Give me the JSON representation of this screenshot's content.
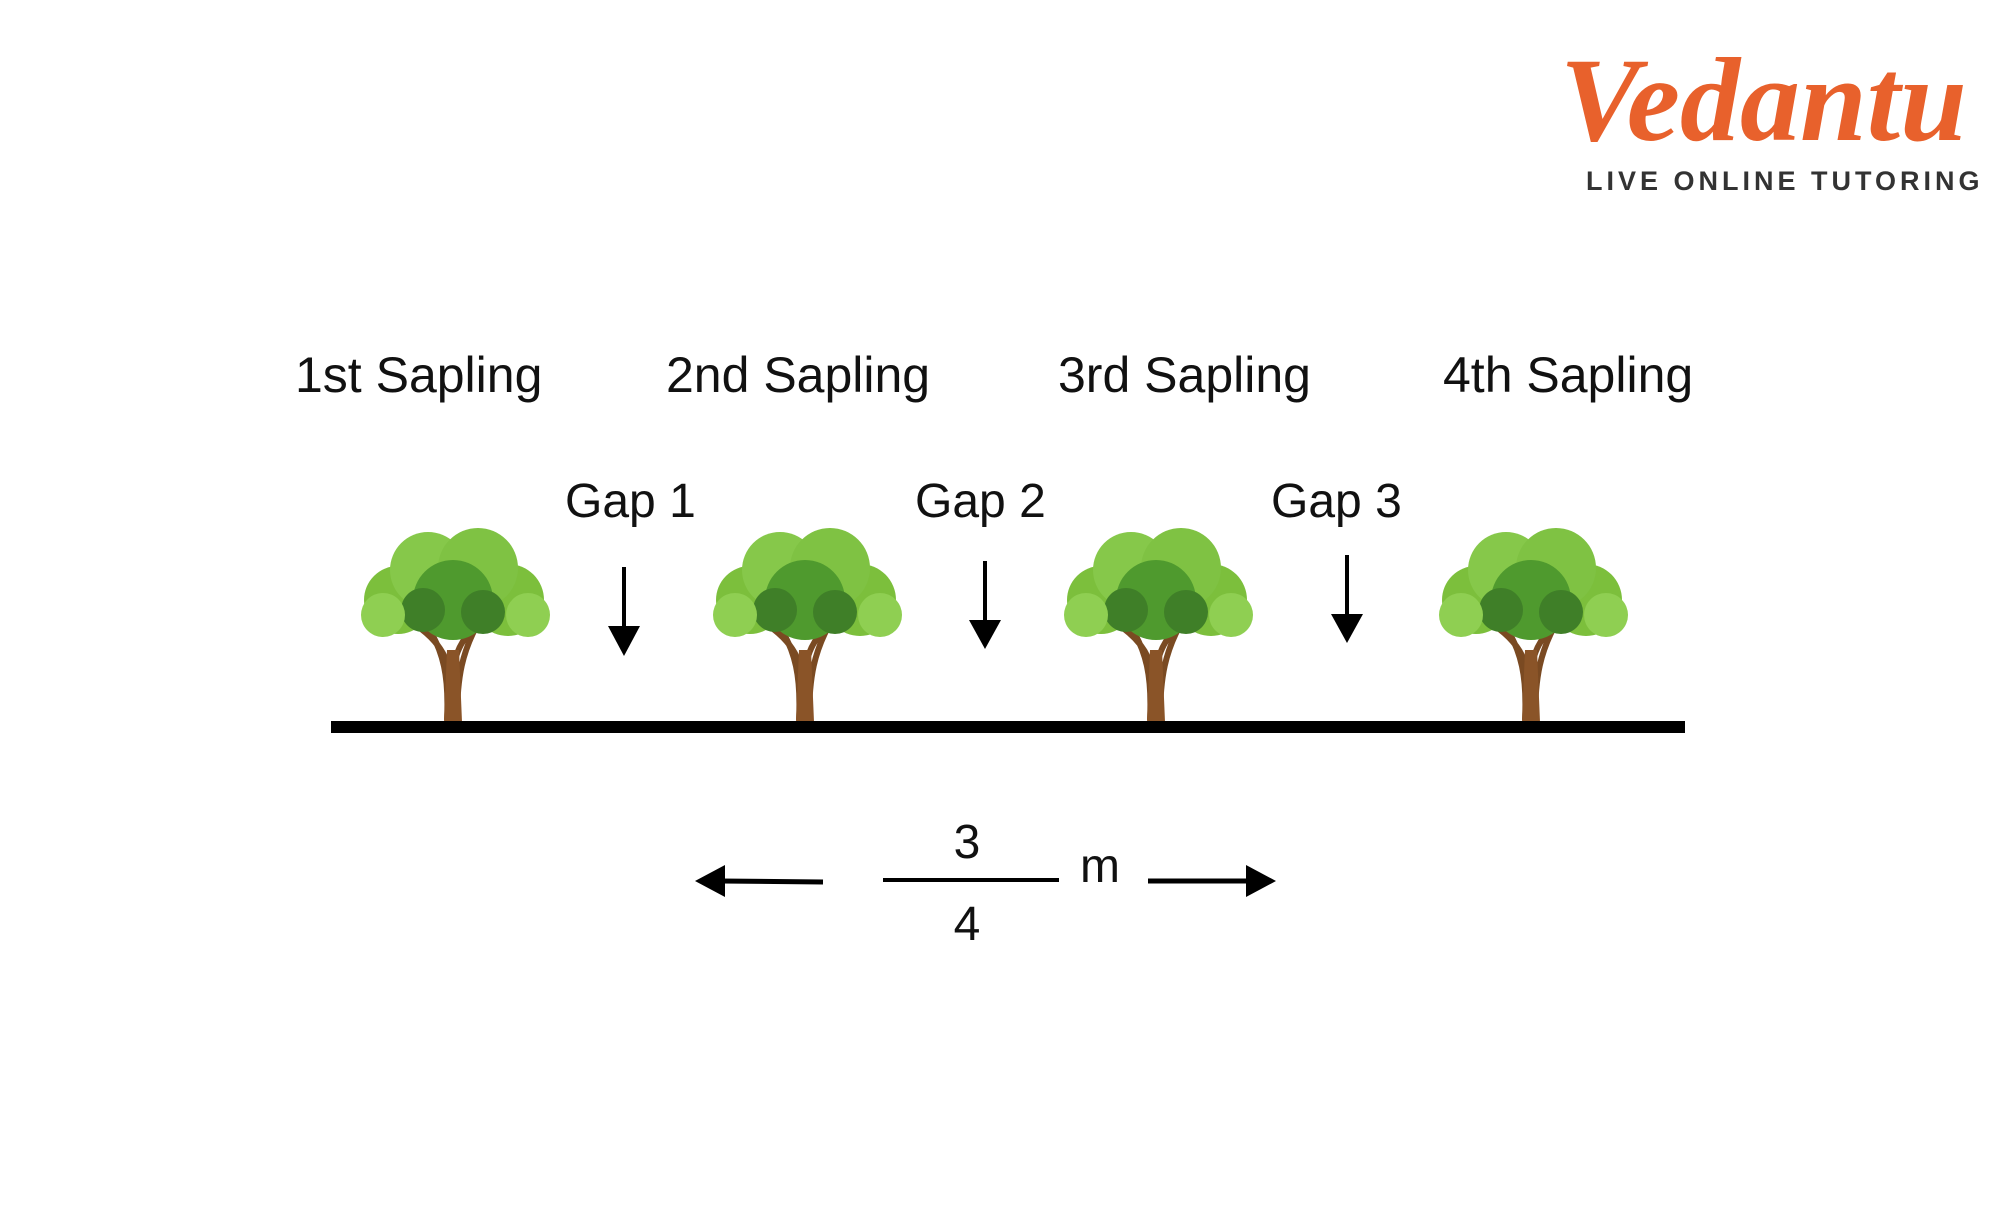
{
  "logo": {
    "brand": "Vedantu",
    "tagline": "LIVE ONLINE TUTORING",
    "color": "#E8612C"
  },
  "saplings": [
    {
      "label": "1st Sapling"
    },
    {
      "label": "2nd Sapling"
    },
    {
      "label": "3rd Sapling"
    },
    {
      "label": "4th Sapling"
    }
  ],
  "gaps": [
    {
      "label": "Gap 1"
    },
    {
      "label": "Gap 2"
    },
    {
      "label": "Gap 3"
    }
  ],
  "distance": {
    "numerator": "3",
    "denominator": "4",
    "unit": "m"
  }
}
